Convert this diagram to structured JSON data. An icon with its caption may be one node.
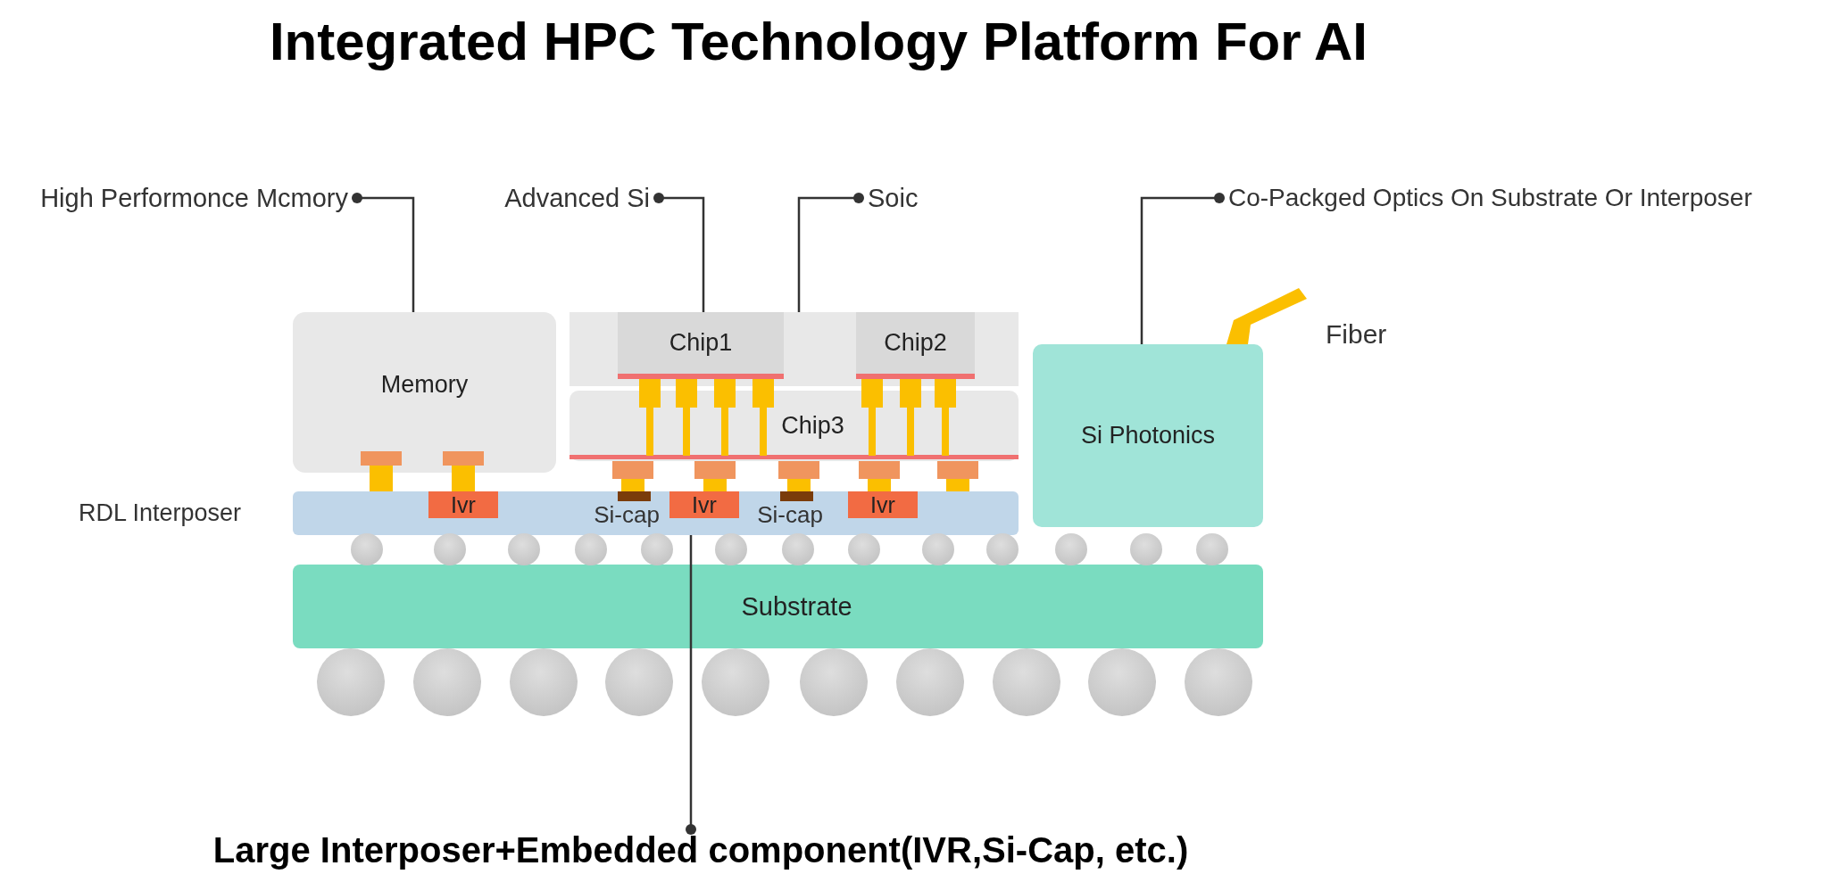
{
  "diagram": {
    "title": "Integrated HPC Technology Platform For AI",
    "nodes": [
      {
        "text": [
          "High Performonce Mcmory"
        ]
      },
      {
        "text": [
          "Advanced Si"
        ]
      },
      {
        "text": [
          "Soic"
        ]
      },
      {
        "text": [
          "Co-Packged Optics On Substrate Or Interposer"
        ]
      },
      {
        "text": [
          "Memory"
        ]
      },
      {
        "text": [],
        "shape": "box"
      },
      {
        "text": [
          "Chip1"
        ],
        "in": 5
      },
      {
        "text": [
          "Chip2"
        ],
        "in": 5
      },
      {
        "text": [
          "Chip3"
        ]
      },
      {
        "text": [
          "RDL Interposer"
        ]
      },
      {
        "text": [
          "Ivr"
        ],
        "in": 9
      },
      {
        "text": [
          "Ivr"
        ],
        "in": 9
      },
      {
        "text": [
          "Ivr"
        ],
        "in": 9
      },
      {
        "text": [
          "Substrate"
        ]
      },
      {
        "text": [
          "Si Photonics"
        ]
      },
      {
        "text": [
          "Large Interposer+Embedded component(IVR,Si-Cap, etc.)"
        ]
      }
    ],
    "edges": [
      {
        "from": 0,
        "to": 4,
        "arrow": "other"
      },
      {
        "from": 1,
        "to": 6,
        "arrow": "other"
      },
      {
        "from": 2,
        "to": 5,
        "arrow": "other"
      },
      {
        "from": 3,
        "to": 14,
        "arrow": "other"
      },
      {
        "from": 15,
        "to": 9,
        "arrow": "other"
      }
    ],
    "labels": [
      "Si-cap",
      "Si-cap",
      "Fiber"
    ]
  }
}
